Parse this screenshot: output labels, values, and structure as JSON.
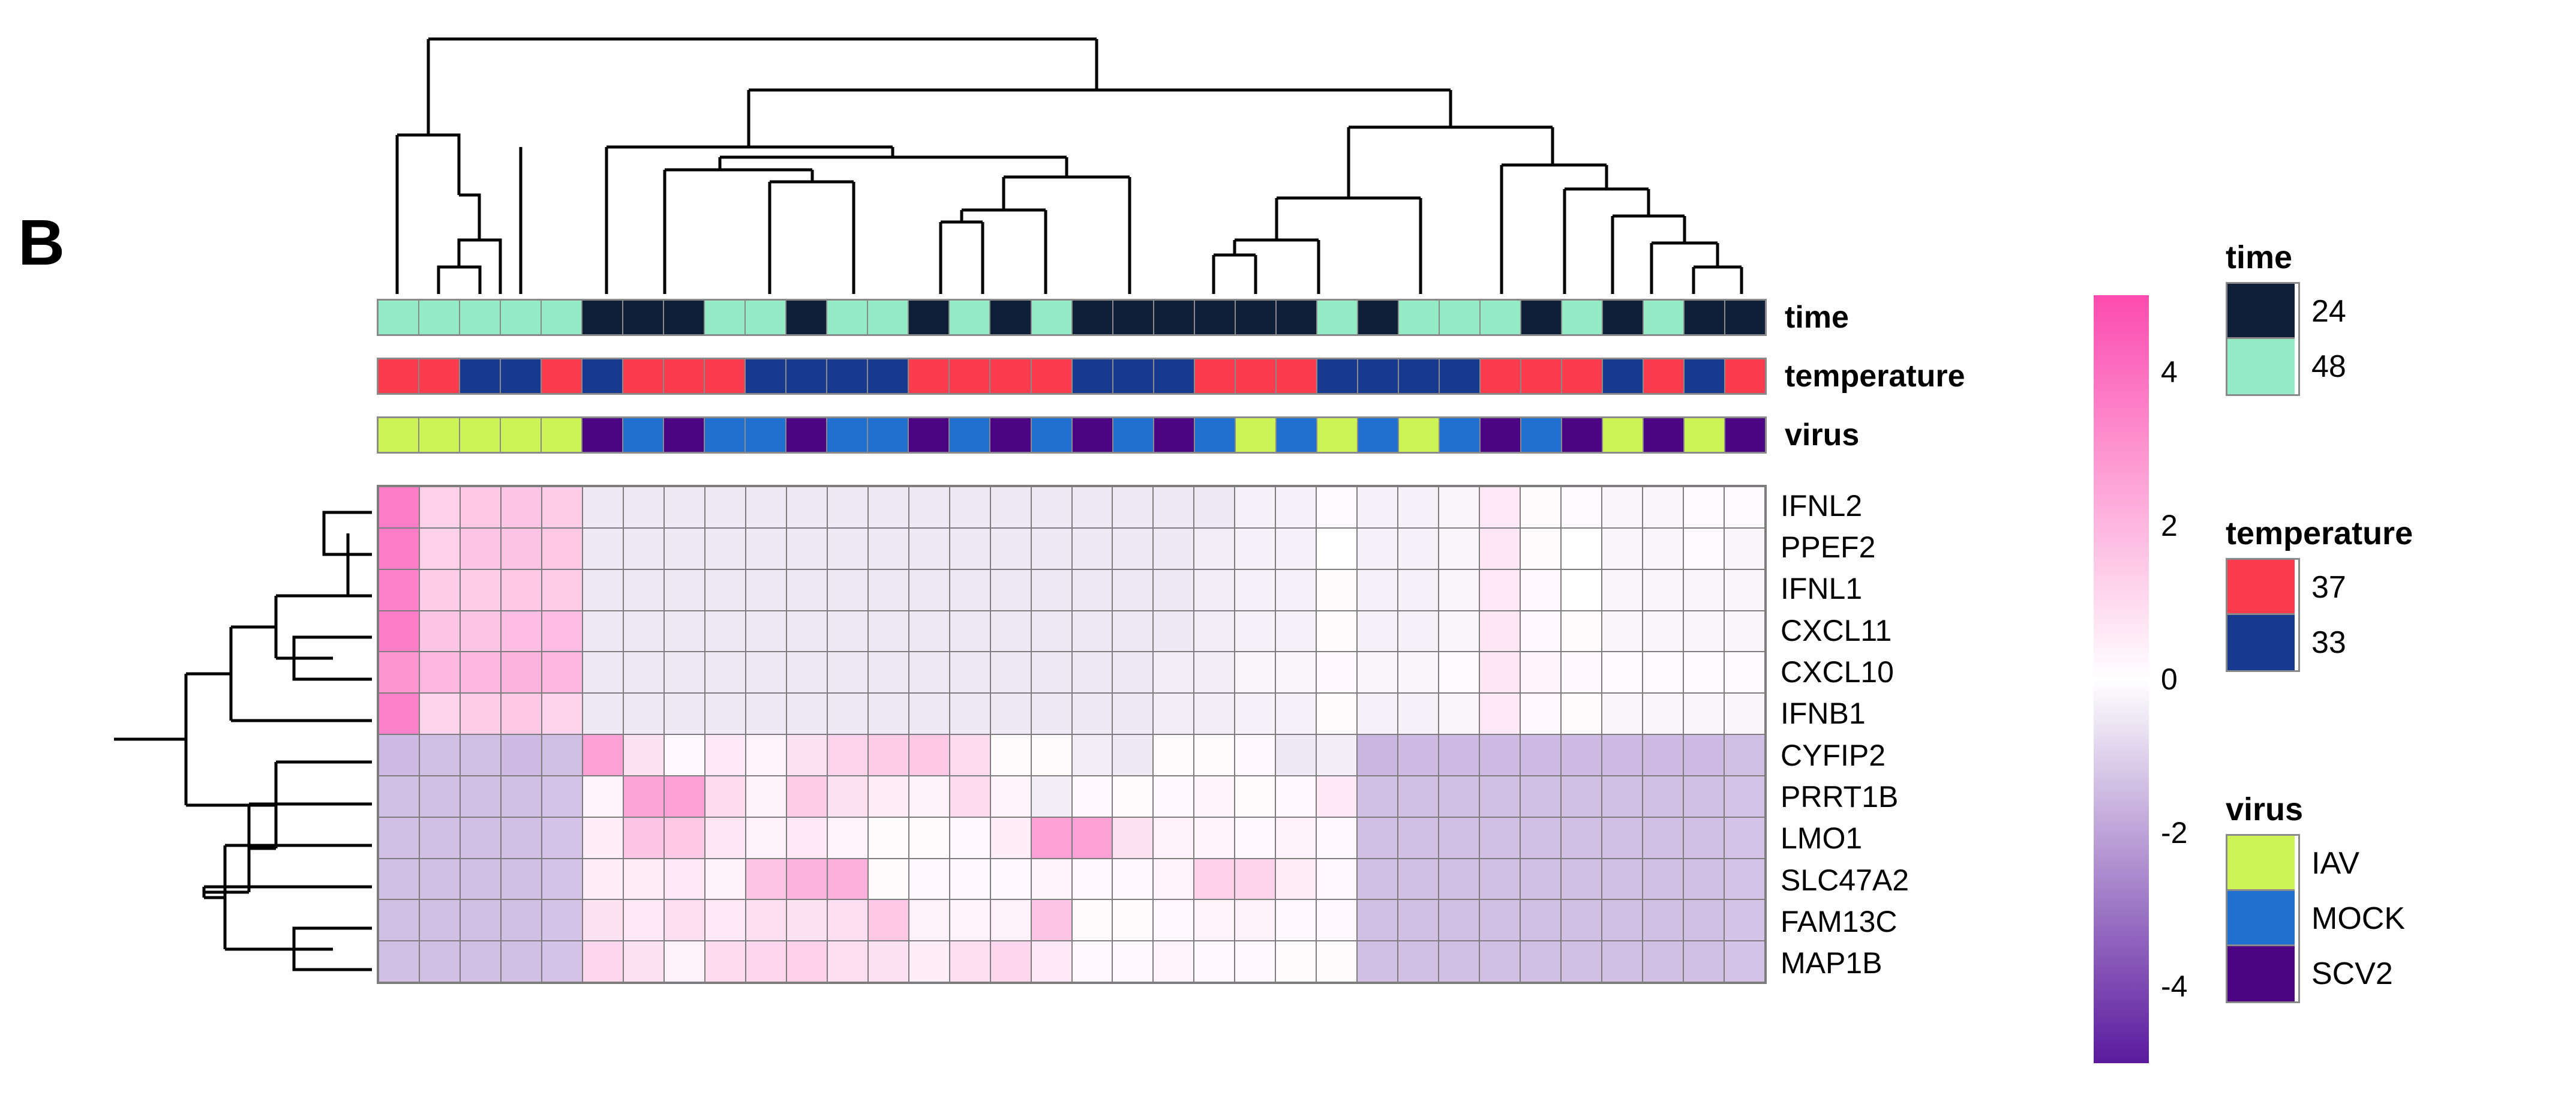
{
  "panel_letter": "B",
  "annotations": {
    "track_labels": [
      "time",
      "temperature",
      "virus"
    ],
    "time": {
      "label": "time",
      "values": [
        "48",
        "48",
        "48",
        "48",
        "48",
        "24",
        "24",
        "24",
        "48",
        "48",
        "24",
        "48",
        "48",
        "24",
        "48",
        "24",
        "48",
        "24",
        "24",
        "24",
        "24",
        "24",
        "24",
        "48",
        "24",
        "48",
        "48",
        "48",
        "24",
        "48",
        "24",
        "48",
        "24",
        "24"
      ]
    },
    "temperature": {
      "label": "temperature",
      "values": [
        "37",
        "37",
        "33",
        "33",
        "37",
        "33",
        "37",
        "37",
        "37",
        "33",
        "33",
        "33",
        "33",
        "37",
        "37",
        "37",
        "37",
        "33",
        "33",
        "33",
        "37",
        "37",
        "37",
        "33",
        "33",
        "33",
        "33",
        "37",
        "37",
        "37",
        "33",
        "37",
        "33",
        "37"
      ]
    },
    "virus": {
      "label": "virus",
      "values": [
        "IAV",
        "IAV",
        "IAV",
        "IAV",
        "IAV",
        "SCV2",
        "MOCK",
        "SCV2",
        "MOCK",
        "MOCK",
        "SCV2",
        "MOCK",
        "MOCK",
        "SCV2",
        "MOCK",
        "SCV2",
        "MOCK",
        "SCV2",
        "MOCK",
        "SCV2",
        "MOCK",
        "IAV",
        "MOCK",
        "IAV",
        "MOCK",
        "IAV",
        "MOCK",
        "SCV2",
        "MOCK",
        "SCV2",
        "IAV",
        "SCV2",
        "IAV",
        "SCV2"
      ]
    }
  },
  "legends": {
    "time": {
      "title": "time",
      "entries": [
        {
          "label": "24",
          "color": "#101f38"
        },
        {
          "label": "48",
          "color": "#93ecc6"
        }
      ]
    },
    "temperature": {
      "title": "temperature",
      "entries": [
        {
          "label": "37",
          "color": "#fb3b4e"
        },
        {
          "label": "33",
          "color": "#17398f"
        }
      ]
    },
    "virus": {
      "title": "virus",
      "entries": [
        {
          "label": "IAV",
          "color": "#ccf457"
        },
        {
          "label": "MOCK",
          "color": "#1f70d0"
        },
        {
          "label": "SCV2",
          "color": "#4b0582"
        }
      ]
    }
  },
  "colorbar": {
    "ticks": [
      "4",
      "2",
      "0",
      "-2",
      "-4"
    ],
    "tick_values": [
      4,
      2,
      0,
      -2,
      -4
    ],
    "vmin": -5,
    "vmax": 5,
    "low_color": "#5b1a9e",
    "mid_color": "#ffffff",
    "high_color": "#fc4bb0"
  },
  "chart_data": {
    "type": "heatmap",
    "title": "",
    "xlabel": "",
    "ylabel": "",
    "colormap": "purple-white-pink (PiYG-like)",
    "zlim": [
      -5,
      5
    ],
    "grid": true,
    "legend_position": "right",
    "row_labels": [
      "IFNL2",
      "PPEF2",
      "IFNL1",
      "CXCL11",
      "CXCL10",
      "IFNB1",
      "CYFIP2",
      "PRRT1B",
      "LMO1",
      "SLC47A2",
      "FAM13C",
      "MAP1B"
    ],
    "n_columns": 34,
    "column_labels": [],
    "row_dendrogram": true,
    "column_dendrogram": true,
    "values": [
      [
        3.6,
        1.3,
        1.5,
        1.6,
        1.4,
        -0.5,
        -0.5,
        -0.5,
        -0.5,
        -0.5,
        -0.5,
        -0.5,
        -0.5,
        -0.5,
        -0.5,
        -0.5,
        -0.5,
        -0.5,
        -0.5,
        -0.5,
        -0.5,
        -0.3,
        -0.3,
        -0.1,
        -0.3,
        -0.3,
        -0.2,
        0.6,
        0.1,
        -0.1,
        -0.2,
        -0.2,
        -0.1,
        -0.1
      ],
      [
        3.6,
        1.3,
        1.6,
        1.7,
        1.5,
        -0.5,
        -0.5,
        -0.5,
        -0.5,
        -0.5,
        -0.5,
        -0.5,
        -0.5,
        -0.5,
        -0.5,
        -0.5,
        -0.5,
        -0.5,
        -0.5,
        -0.5,
        -0.4,
        -0.3,
        -0.3,
        0.0,
        -0.3,
        -0.3,
        -0.2,
        0.7,
        0.1,
        0.0,
        -0.2,
        -0.2,
        -0.1,
        -0.2
      ],
      [
        3.5,
        1.4,
        1.4,
        1.5,
        1.4,
        -0.5,
        -0.5,
        -0.5,
        -0.5,
        -0.5,
        -0.5,
        -0.5,
        -0.5,
        -0.5,
        -0.5,
        -0.5,
        -0.5,
        -0.5,
        -0.5,
        -0.5,
        -0.4,
        -0.3,
        -0.3,
        0.1,
        -0.3,
        -0.3,
        -0.2,
        0.6,
        0.2,
        0.0,
        -0.2,
        -0.2,
        -0.2,
        -0.2
      ],
      [
        3.6,
        1.6,
        1.6,
        1.8,
        1.8,
        -0.5,
        -0.5,
        -0.5,
        -0.5,
        -0.5,
        -0.5,
        -0.5,
        -0.5,
        -0.5,
        -0.5,
        -0.5,
        -0.5,
        -0.5,
        -0.5,
        -0.5,
        -0.4,
        -0.3,
        -0.3,
        0.1,
        -0.3,
        -0.3,
        -0.2,
        0.7,
        0.2,
        0.1,
        -0.2,
        -0.2,
        -0.2,
        -0.2
      ],
      [
        3.0,
        2.0,
        2.0,
        2.1,
        2.0,
        -0.5,
        -0.5,
        -0.5,
        -0.5,
        -0.5,
        -0.5,
        -0.5,
        -0.5,
        -0.5,
        -0.5,
        -0.5,
        -0.5,
        -0.5,
        -0.5,
        -0.4,
        -0.4,
        -0.2,
        -0.2,
        0.2,
        -0.2,
        -0.2,
        -0.1,
        0.7,
        0.3,
        0.2,
        -0.1,
        -0.1,
        -0.1,
        -0.1
      ],
      [
        3.5,
        1.2,
        1.4,
        1.5,
        1.2,
        -0.5,
        -0.5,
        -0.5,
        -0.5,
        -0.5,
        -0.5,
        -0.5,
        -0.5,
        -0.5,
        -0.5,
        -0.5,
        -0.5,
        -0.5,
        -0.5,
        -0.4,
        -0.4,
        -0.3,
        -0.3,
        0.1,
        -0.3,
        -0.3,
        -0.2,
        0.6,
        0.2,
        0.1,
        -0.2,
        -0.2,
        -0.2,
        -0.2
      ],
      [
        -1.5,
        -1.4,
        -1.4,
        -1.5,
        -1.4,
        2.6,
        0.8,
        0.2,
        0.6,
        0.3,
        0.8,
        1.2,
        1.4,
        1.5,
        1.0,
        0.1,
        0.1,
        -0.4,
        -0.5,
        0.1,
        0.1,
        0.2,
        -0.5,
        -0.4,
        -1.6,
        -1.5,
        -1.5,
        -1.5,
        -1.5,
        -1.5,
        -1.5,
        -1.5,
        -1.5,
        -1.4
      ],
      [
        -1.4,
        -1.4,
        -1.4,
        -1.4,
        -1.3,
        0.3,
        2.5,
        2.6,
        1.0,
        0.4,
        1.4,
        0.8,
        0.5,
        0.4,
        1.0,
        0.3,
        -0.4,
        0.2,
        0.1,
        0.2,
        0.3,
        0.1,
        0.2,
        0.6,
        -1.4,
        -1.4,
        -1.4,
        -1.4,
        -1.4,
        -1.4,
        -1.4,
        -1.4,
        -1.4,
        -1.3
      ],
      [
        -1.4,
        -1.4,
        -1.4,
        -1.4,
        -1.3,
        0.5,
        1.6,
        1.5,
        0.7,
        0.4,
        0.6,
        0.3,
        0.1,
        0.1,
        0.2,
        0.5,
        2.6,
        2.6,
        0.8,
        0.4,
        0.3,
        0.2,
        0.4,
        0.2,
        -1.4,
        -1.4,
        -1.4,
        -1.4,
        -1.4,
        -1.4,
        -1.4,
        -1.4,
        -1.4,
        -1.3
      ],
      [
        -1.4,
        -1.4,
        -1.4,
        -1.4,
        -1.3,
        0.5,
        0.5,
        0.6,
        0.4,
        1.6,
        2.1,
        2.2,
        0.1,
        0.2,
        0.2,
        0.2,
        0.3,
        0.2,
        0.2,
        0.3,
        1.3,
        1.2,
        0.5,
        0.2,
        -1.4,
        -1.4,
        -1.4,
        -1.4,
        -1.4,
        -1.4,
        -1.4,
        -1.4,
        -1.4,
        -1.3
      ],
      [
        -1.4,
        -1.4,
        -1.4,
        -1.4,
        -1.3,
        0.8,
        0.6,
        0.9,
        0.6,
        0.9,
        0.8,
        0.9,
        1.5,
        0.4,
        0.3,
        0.4,
        1.6,
        0.1,
        0.1,
        0.2,
        0.3,
        0.4,
        0.2,
        0.2,
        -1.4,
        -1.4,
        -1.4,
        -1.4,
        -1.4,
        -1.4,
        -1.4,
        -1.4,
        -1.4,
        -1.3
      ],
      [
        -1.4,
        -1.4,
        -1.4,
        -1.4,
        -1.3,
        1.1,
        0.8,
        0.4,
        1.0,
        1.1,
        1.3,
        0.9,
        0.8,
        0.5,
        0.9,
        1.1,
        0.6,
        0.2,
        0.2,
        0.3,
        0.2,
        0.2,
        0.1,
        0.1,
        -1.4,
        -1.4,
        -1.4,
        -1.4,
        -1.4,
        -1.4,
        -1.4,
        -1.4,
        -1.4,
        -1.3
      ]
    ]
  }
}
